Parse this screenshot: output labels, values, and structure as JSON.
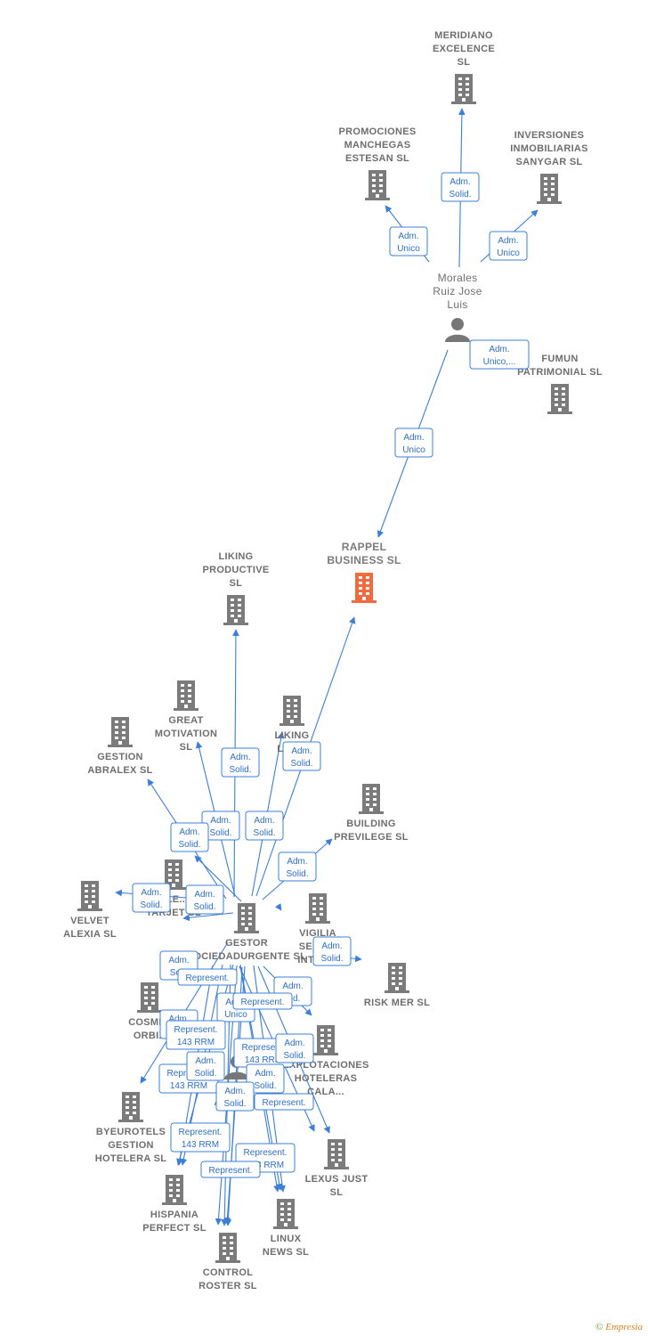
{
  "colors": {
    "edge": "#3b7fd9",
    "company": "#7b7b7b",
    "focus": "#f26a3d",
    "person": "#777777",
    "label": "#6e6e6e"
  },
  "footer": {
    "copyright": "©",
    "brand": "Empresia"
  },
  "nodes": [
    {
      "id": "meridiano",
      "type": "company",
      "lines": [
        "MERIDIANO",
        "EXCELENCE",
        "SL"
      ]
    },
    {
      "id": "promociones",
      "type": "company",
      "lines": [
        "PROMOCIONES",
        "MANCHEGAS",
        "ESTESAN SL"
      ]
    },
    {
      "id": "inversiones",
      "type": "company",
      "lines": [
        "INVERSIONES",
        "INMOBILIARIAS",
        "SANYGAR SL"
      ]
    },
    {
      "id": "morales",
      "type": "person",
      "lines": [
        "Morales",
        "Ruiz Jose",
        "Luis"
      ]
    },
    {
      "id": "fumun",
      "type": "company",
      "lines": [
        "FUMUN",
        "PATRIMONIAL SL"
      ]
    },
    {
      "id": "rappel",
      "type": "focus",
      "lines": [
        "RAPPEL",
        "BUSINESS  SL"
      ]
    },
    {
      "id": "liking_productive",
      "type": "company",
      "lines": [
        "LIKING",
        "PRODUCTIVE",
        "SL"
      ]
    },
    {
      "id": "great",
      "type": "company",
      "lines": [
        "GREAT",
        "MOTIVATION",
        "SL"
      ]
    },
    {
      "id": "liking_luc",
      "type": "company",
      "lines": [
        "LIKING",
        "LUC..."
      ]
    },
    {
      "id": "gestion_abralex",
      "type": "company",
      "lines": [
        "GESTION",
        "ABRALEX  SL"
      ]
    },
    {
      "id": "building",
      "type": "company",
      "lines": [
        "BUILDING",
        "PREVILEGE  SL"
      ]
    },
    {
      "id": "clean_tarjet",
      "type": "company",
      "lines": [
        "CLE...",
        "TARJET  SL"
      ]
    },
    {
      "id": "velvet",
      "type": "company",
      "lines": [
        "VELVET",
        "ALEXIA  SL"
      ]
    },
    {
      "id": "gestor",
      "type": "company",
      "lines": [
        "GESTOR",
        "SOCIEDADURGENTE SL"
      ]
    },
    {
      "id": "vigilia",
      "type": "company",
      "lines": [
        "VIGILIA",
        "SEGU...",
        "INTEG..."
      ]
    },
    {
      "id": "risk_mer",
      "type": "company",
      "lines": [
        "RISK MER  SL"
      ]
    },
    {
      "id": "cosmi",
      "type": "company",
      "lines": [
        "COSMI...",
        "ORBIX"
      ]
    },
    {
      "id": "explotaciones",
      "type": "company",
      "lines": [
        "EXPLOTACIONES",
        "HOTELERAS",
        "CALA..."
      ]
    },
    {
      "id": "ferrera",
      "type": "person",
      "lines": [
        "Ferrera",
        "Andres..."
      ]
    },
    {
      "id": "byeurotels",
      "type": "company",
      "lines": [
        "BYEUROTELS",
        "GESTION",
        "HOTELERA  SL"
      ]
    },
    {
      "id": "lexus",
      "type": "company",
      "lines": [
        "LEXUS JUST",
        "SL"
      ]
    },
    {
      "id": "hispania",
      "type": "company",
      "lines": [
        "HISPANIA",
        "PERFECT  SL"
      ]
    },
    {
      "id": "linux",
      "type": "company",
      "lines": [
        "LINUX",
        "NEWS  SL"
      ]
    },
    {
      "id": "control",
      "type": "company",
      "lines": [
        "CONTROL",
        "ROSTER  SL"
      ]
    }
  ],
  "relations": [
    {
      "lines": [
        "Adm.",
        "Solid."
      ]
    },
    {
      "lines": [
        "Adm.",
        "Unico"
      ]
    },
    {
      "lines": [
        "Adm.",
        "Unico"
      ]
    },
    {
      "lines": [
        "Adm.",
        "Unico,..."
      ]
    },
    {
      "lines": [
        "Adm.",
        "Unico"
      ]
    },
    {
      "lines": [
        "Adm.",
        "Solid."
      ]
    },
    {
      "lines": [
        "Adm.",
        "Solid."
      ]
    },
    {
      "lines": [
        "Adm.",
        "Solid."
      ]
    },
    {
      "lines": [
        "Adm.",
        "Solid."
      ]
    },
    {
      "lines": [
        "Adm.",
        "Solid."
      ]
    },
    {
      "lines": [
        "Adm.",
        "Solid."
      ]
    },
    {
      "lines": [
        "Adm.",
        "Solid."
      ]
    },
    {
      "lines": [
        "Adm.",
        "Solid."
      ]
    },
    {
      "lines": [
        "Adm.",
        "Solid."
      ]
    },
    {
      "lines": [
        "Adm.",
        "So..."
      ]
    },
    {
      "lines": [
        "Represent."
      ]
    },
    {
      "lines": [
        "Adm.",
        "...d."
      ]
    },
    {
      "lines": [
        "Adm.",
        "Unico"
      ]
    },
    {
      "lines": [
        "Represent."
      ]
    },
    {
      "lines": [
        "Adm.",
        "Solid."
      ]
    },
    {
      "lines": [
        "Represent.",
        "143 RRM"
      ]
    },
    {
      "lines": [
        "Represent.",
        "143 RRM"
      ]
    },
    {
      "lines": [
        "Adm.",
        "Solid."
      ]
    },
    {
      "lines": [
        "Represent.",
        "143 RRM"
      ]
    },
    {
      "lines": [
        "Adm.",
        "Solid."
      ]
    },
    {
      "lines": [
        "Adm.",
        "Solid."
      ]
    },
    {
      "lines": [
        "Adm.",
        "Solid."
      ]
    },
    {
      "lines": [
        "Represent."
      ]
    },
    {
      "lines": [
        "Represent.",
        "143 RRM"
      ]
    },
    {
      "lines": [
        "Represent.",
        "143 RRM"
      ]
    },
    {
      "lines": [
        "Represent."
      ]
    }
  ]
}
